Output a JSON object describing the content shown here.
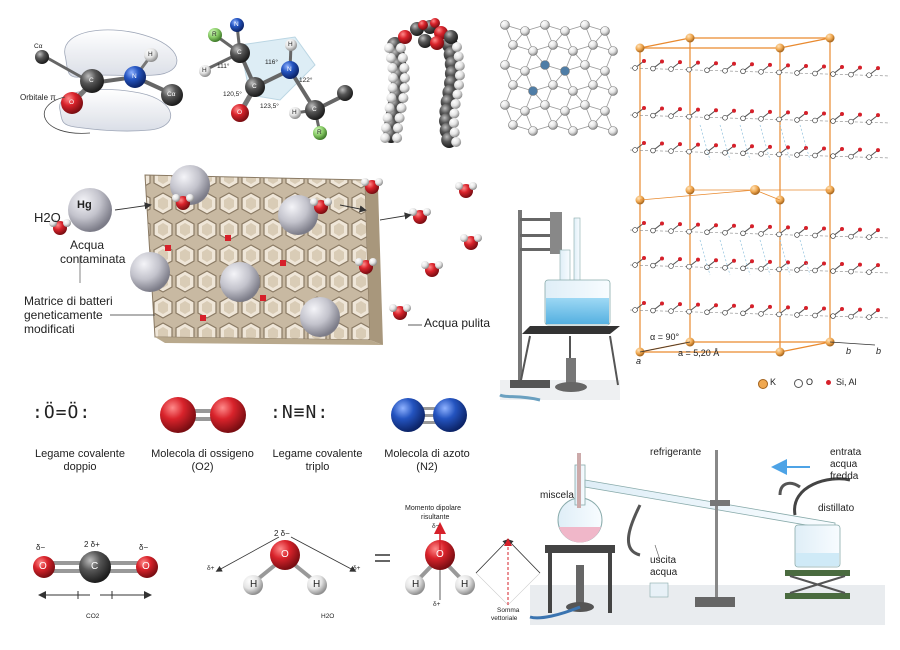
{
  "amide": {
    "carbon_sub": "Cα",
    "orbital_label": "Orbitale π",
    "atoms": [
      "C",
      "O",
      "N",
      "H",
      "Cα"
    ]
  },
  "peptide_geometry": {
    "atoms": [
      "R",
      "N",
      "H",
      "C",
      "C",
      "O",
      "N",
      "H",
      "C",
      "R",
      "H"
    ],
    "angles": [
      "116°",
      "111°",
      "122°",
      "120,5°",
      "123,5°"
    ]
  },
  "bacteria": {
    "h2o_label": "H2O",
    "hg_label": "Hg",
    "contaminated_label_1": "Acqua",
    "contaminated_label_2": "contaminata",
    "matrix_label_1": "Matrice di batteri",
    "matrix_label_2": "geneticamente",
    "matrix_label_3": "modificati",
    "clean_label": "Acqua pulita"
  },
  "bonds": [
    {
      "lewis": ":Ö=Ö:",
      "caption_1": "Legame covalente",
      "caption_2": "doppio"
    },
    {
      "caption_1": "Molecola di ossigeno",
      "caption_2": "(O2)"
    },
    {
      "lewis": ":N≡N:",
      "caption_1": "Legame covalente",
      "caption_2": "triplo"
    },
    {
      "caption_1": "Molecola di azoto",
      "caption_2": "(N2)"
    }
  ],
  "co2": {
    "delta_minus": "δ−",
    "delta_plus": "2 δ+",
    "atoms": [
      "O",
      "C",
      "O"
    ],
    "formula": "CO2"
  },
  "h2o": {
    "delta_minus": "2 δ−",
    "delta_plus": "δ+",
    "atoms": [
      "H",
      "O",
      "H"
    ],
    "formula": "H2O",
    "equals": "=",
    "dipole_title_1": "Momento dipolare",
    "dipole_title_2": "risultante",
    "dipole_delta_minus": "δ−",
    "dipole_delta_plus": "δ+",
    "vector_sum_1": "Somma",
    "vector_sum_2": "vettoriale"
  },
  "crystal": {
    "alpha": "α = 90°",
    "a_param": "a = 5,20 Å",
    "axis_a": "a",
    "axis_b": "b",
    "axis_b2": "b",
    "legend": [
      "K",
      "O",
      "Si, Al"
    ]
  },
  "distillation": {
    "miscela": "miscela",
    "refrigerante": "refrigerante",
    "entrata_1": "entrata",
    "entrata_2": "acqua",
    "entrata_3": "fredda",
    "uscita_1": "uscita",
    "uscita_2": "acqua",
    "distillato": "distillato"
  },
  "colors": {
    "oxygen": "#d6202a",
    "nitrogen": "#1f4fb4",
    "carbon": "#4a4a4a",
    "hydrogen": "#e8e8e8",
    "mercury": "#c9c9d1",
    "r_group": "#8fcf6f",
    "frame": "#e98a2f"
  }
}
